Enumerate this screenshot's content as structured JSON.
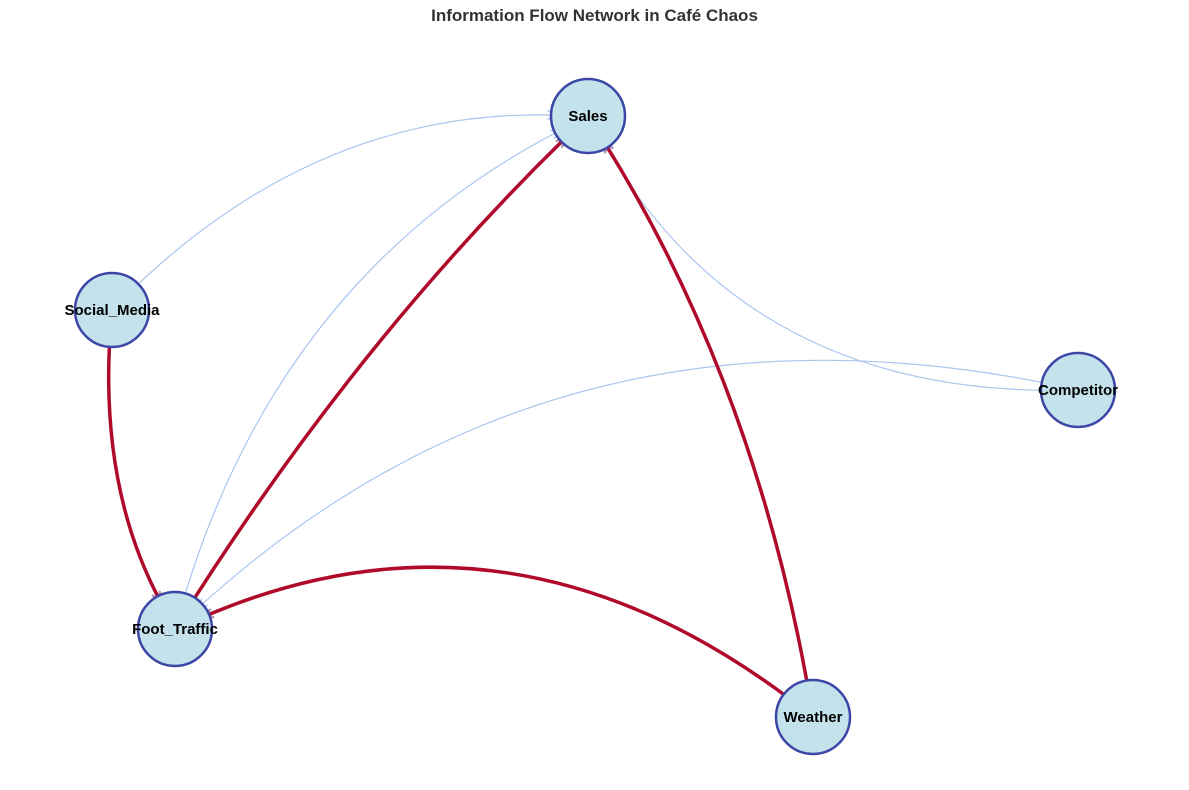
{
  "title": "Information Flow Network in Café Chaos",
  "colors": {
    "node_fill": "#c3e2ec",
    "node_stroke": "#3d45a6",
    "strong_edge": "#b00a2a",
    "weak_edge": "#a9c6ee",
    "arrow": "#b49aae"
  },
  "nodes": [
    {
      "id": "Sales",
      "label": "Sales"
    },
    {
      "id": "Social_Media",
      "label": "Social_Media"
    },
    {
      "id": "Competitor",
      "label": "Competitor"
    },
    {
      "id": "Foot_Traffic",
      "label": "Foot_Traffic"
    },
    {
      "id": "Weather",
      "label": "Weather"
    }
  ],
  "edges": [
    {
      "from": "Social_Media",
      "to": "Sales",
      "strength": "weak"
    },
    {
      "from": "Foot_Traffic",
      "to": "Sales",
      "strength": "weak"
    },
    {
      "from": "Competitor",
      "to": "Sales",
      "strength": "weak"
    },
    {
      "from": "Competitor",
      "to": "Foot_Traffic",
      "strength": "weak"
    },
    {
      "from": "Social_Media",
      "to": "Foot_Traffic",
      "strength": "strong"
    },
    {
      "from": "Foot_Traffic",
      "to": "Sales",
      "strength": "strong"
    },
    {
      "from": "Weather",
      "to": "Sales",
      "strength": "strong"
    },
    {
      "from": "Weather",
      "to": "Foot_Traffic",
      "strength": "strong"
    }
  ]
}
